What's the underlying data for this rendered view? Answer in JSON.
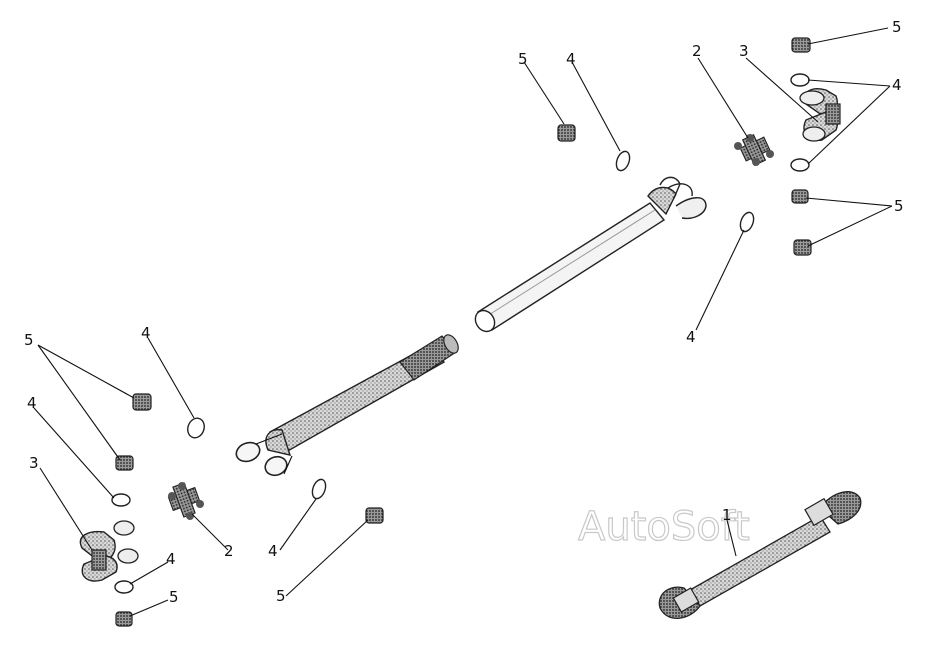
{
  "watermark": "AutoSoft",
  "labels": [
    {
      "id": "1"
    },
    {
      "id": "2a",
      "text": "2"
    },
    {
      "id": "2b",
      "text": "2"
    },
    {
      "id": "3a",
      "text": "3"
    },
    {
      "id": "3b",
      "text": "3"
    },
    {
      "id": "4a",
      "text": "4"
    },
    {
      "id": "4b",
      "text": "4"
    },
    {
      "id": "4c",
      "text": "4"
    },
    {
      "id": "4d",
      "text": "4"
    },
    {
      "id": "4e",
      "text": "4"
    },
    {
      "id": "4f",
      "text": "4"
    },
    {
      "id": "4g",
      "text": "4"
    },
    {
      "id": "5a",
      "text": "5"
    },
    {
      "id": "5b",
      "text": "5"
    },
    {
      "id": "5c",
      "text": "5"
    },
    {
      "id": "5d",
      "text": "5"
    },
    {
      "id": "5e",
      "text": "5"
    },
    {
      "id": "5f",
      "text": "5"
    }
  ],
  "label_text": {
    "l1": "1",
    "l2a": "2",
    "l2b": "2",
    "l3a": "3",
    "l3b": "3",
    "l4a": "4",
    "l4b": "4",
    "l4c": "4",
    "l4d": "4",
    "l4e": "4",
    "l4f": "4",
    "l4g": "4",
    "l5a": "5",
    "l5b": "5",
    "l5c": "5",
    "l5d": "5",
    "l5e": "5",
    "l5f": "5"
  }
}
